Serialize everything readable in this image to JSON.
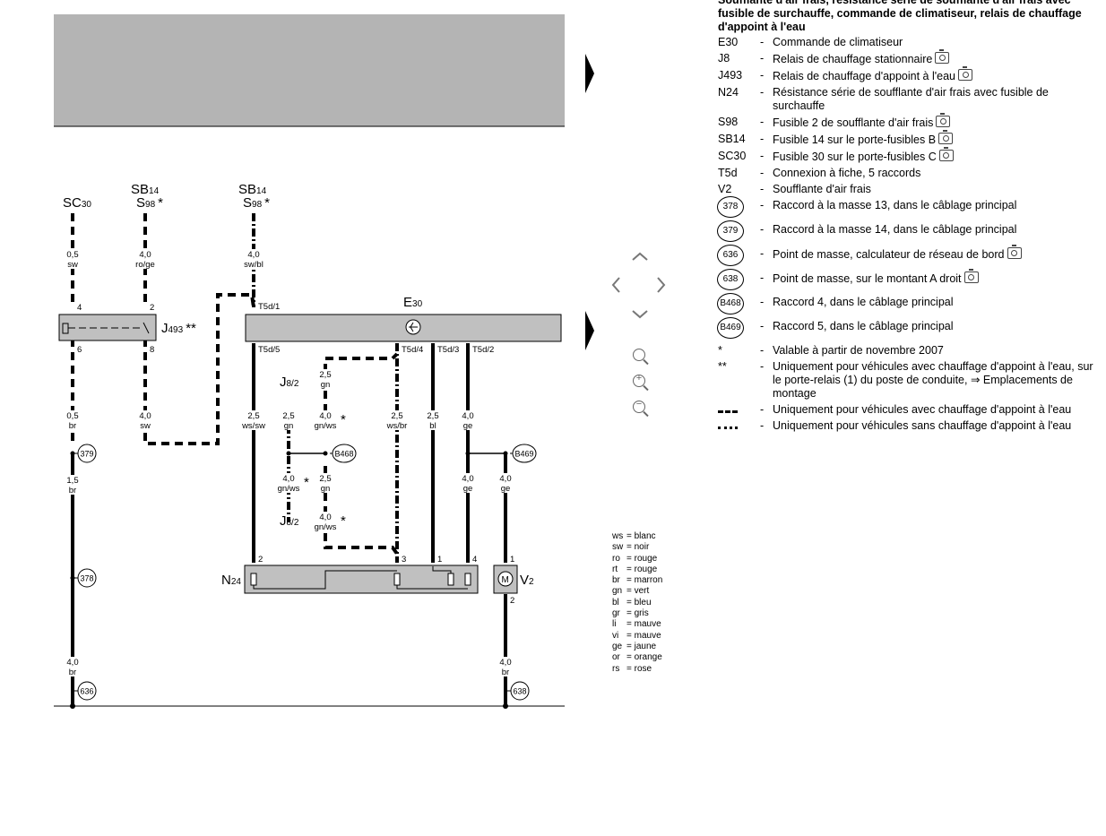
{
  "diagram": {
    "top_labels": {
      "sc30": {
        "main": "SC",
        "sub": "30"
      },
      "sb14_left": {
        "main": "SB",
        "sub": "14"
      },
      "s98_left": {
        "main": "S",
        "sub": "98",
        "star": "*"
      },
      "sb14_right": {
        "main": "SB",
        "sub": "14"
      },
      "s98_right": {
        "main": "S",
        "sub": "98",
        "star": "*"
      }
    },
    "components": {
      "j493": {
        "main": "J",
        "sub": "493",
        "star": "**"
      },
      "e30": {
        "main": "E",
        "sub": "30"
      },
      "n24": {
        "main": "N",
        "sub": "24"
      },
      "v2": {
        "main": "V",
        "sub": "2"
      },
      "j8_top": {
        "main": "J",
        "sub": "8/2"
      },
      "j8_bottom": {
        "main": "J",
        "sub": "8/2"
      }
    },
    "pins": {
      "t5d1": "T5d/1",
      "t5d5": "T5d/5",
      "t5d4": "T5d/4",
      "t5d3": "T5d/3",
      "t5d2": "T5d/2",
      "j493_4": "4",
      "j493_2": "2",
      "j493_6": "6",
      "j493_8": "8",
      "n24_2": "2",
      "n24_3": "3",
      "n24_1": "1",
      "n24_4": "4",
      "v2_1": "1",
      "v2_2": "2"
    },
    "wires": {
      "w1": {
        "size": "0,5",
        "color": "sw"
      },
      "w2": {
        "size": "4,0",
        "color": "ro/ge"
      },
      "w3": {
        "size": "4,0",
        "color": "sw/bl"
      },
      "w4": {
        "size": "0,5",
        "color": "br"
      },
      "w5": {
        "size": "4,0",
        "color": "sw"
      },
      "w6": {
        "size": "1,5",
        "color": "br"
      },
      "w7": {
        "size": "4,0",
        "color": "br"
      },
      "w8": {
        "size": "2,5",
        "color": "ws/sw"
      },
      "w9": {
        "size": "2,5",
        "color": "gn"
      },
      "w10": {
        "size": "2,5",
        "color": "gn"
      },
      "w11": {
        "size": "4,0",
        "color": "gn/ws",
        "star": "*"
      },
      "w12": {
        "size": "4,0",
        "color": "gn/ws",
        "star": "*"
      },
      "w13": {
        "size": "2,5",
        "color": "gn"
      },
      "w14": {
        "size": "4,0",
        "color": "gn/ws",
        "star": "*"
      },
      "w15": {
        "size": "2,5",
        "color": "ws/br"
      },
      "w16": {
        "size": "2,5",
        "color": "bl"
      },
      "w17": {
        "size": "4,0",
        "color": "ge"
      },
      "w18": {
        "size": "4,0",
        "color": "ge"
      },
      "w19": {
        "size": "4,0",
        "color": "ge"
      },
      "w20": {
        "size": "4,0",
        "color": "br"
      }
    },
    "grounds": {
      "g379": "379",
      "g378": "378",
      "g636": "636",
      "g638": "638",
      "b468": "B468",
      "b469": "B469"
    }
  },
  "legend": {
    "title": "Soufflante d'air frais, résistance série de soufflante d'air frais avec fusible de surchauffe, commande de climatiseur, relais de chauffage d'appoint à l'eau",
    "items": [
      {
        "code": "E30",
        "desc": "Commande de climatiseur",
        "camera": false
      },
      {
        "code": "J8",
        "desc": "Relais de chauffage stationnaire",
        "camera": true
      },
      {
        "code": "J493",
        "desc": "Relais de chauffage d'appoint à l'eau",
        "camera": true
      },
      {
        "code": "N24",
        "desc": "Résistance série de soufflante d'air frais avec fusible de surchauffe",
        "camera": false
      },
      {
        "code": "S98",
        "desc": "Fusible 2 de soufflante d'air frais",
        "camera": true
      },
      {
        "code": "SB14",
        "desc": "Fusible 14 sur le porte-fusibles B",
        "camera": true
      },
      {
        "code": "SC30",
        "desc": "Fusible 30 sur le porte-fusibles C",
        "camera": true
      },
      {
        "code": "T5d",
        "desc": "Connexion à fiche, 5 raccords",
        "camera": false
      },
      {
        "code": "V2",
        "desc": "Soufflante d'air frais",
        "camera": false
      }
    ],
    "ground_items": [
      {
        "code": "378",
        "desc": "Raccord à la masse 13, dans le câblage principal",
        "camera": false
      },
      {
        "code": "379",
        "desc": "Raccord à la masse 14, dans le câblage principal",
        "camera": false
      },
      {
        "code": "636",
        "desc": "Point de masse, calculateur de réseau de bord",
        "camera": true
      },
      {
        "code": "638",
        "desc": "Point de masse, sur le montant A droit",
        "camera": true
      },
      {
        "code": "B468",
        "desc": "Raccord 4, dans le câblage principal",
        "camera": false
      },
      {
        "code": "B469",
        "desc": "Raccord 5, dans le câblage principal",
        "camera": false
      }
    ],
    "notes": [
      {
        "code": "*",
        "desc": "Valable à partir de novembre 2007"
      },
      {
        "code": "**",
        "desc": "Uniquement pour véhicules avec chauffage d'appoint à l'eau, sur le porte-relais (1) du poste de conduite, ⇒ Emplacements de montage"
      }
    ],
    "line_notes": [
      {
        "style": "dashed",
        "desc": "Uniquement pour véhicules avec chauffage d'appoint à l'eau"
      },
      {
        "style": "dashdot",
        "desc": "Uniquement pour véhicules sans chauffage d'appoint à l'eau"
      }
    ]
  },
  "colors": [
    {
      "k": "ws",
      "v": "blanc"
    },
    {
      "k": "sw",
      "v": "noir"
    },
    {
      "k": "ro",
      "v": "rouge"
    },
    {
      "k": "rt",
      "v": "rouge"
    },
    {
      "k": "br",
      "v": "marron"
    },
    {
      "k": "gn",
      "v": "vert"
    },
    {
      "k": "bl",
      "v": "bleu"
    },
    {
      "k": "gr",
      "v": "gris"
    },
    {
      "k": "li",
      "v": "mauve"
    },
    {
      "k": "vi",
      "v": "mauve"
    },
    {
      "k": "ge",
      "v": "jaune"
    },
    {
      "k": "or",
      "v": "orange"
    },
    {
      "k": "rs",
      "v": "rose"
    }
  ],
  "nav": {
    "up_icon": "chevron-up-icon",
    "down_icon": "chevron-down-icon",
    "left_icon": "chevron-left-icon",
    "right_icon": "chevron-right-icon",
    "zoom_fit_icon": "magnifier-icon",
    "zoom_in_icon": "zoom-in-icon",
    "zoom_out_icon": "zoom-out-icon"
  },
  "palette": {
    "gray_box": "#b4b4b4",
    "component_fill": "#c0c0c0",
    "line": "#000000",
    "nav": "#777777"
  }
}
